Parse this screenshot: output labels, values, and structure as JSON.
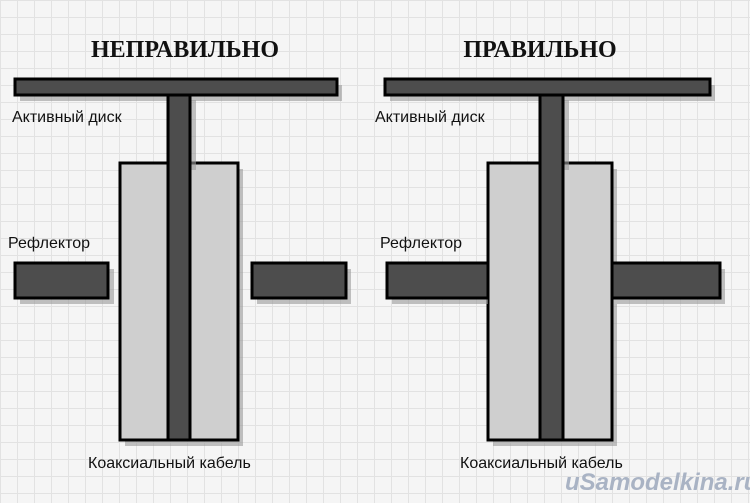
{
  "wrong": {
    "title": "НЕПРАВИЛЬНО",
    "active_disk_label": "Активный диск",
    "reflector_label": "Рефлектор",
    "coax_label": "Коаксиальный кабель"
  },
  "right": {
    "title": "ПРАВИЛЬНО",
    "active_disk_label": "Активный диск",
    "reflector_label": "Рефлектор",
    "coax_label": "Коаксиальный кабель"
  },
  "watermark": "uSamodelkina.ru"
}
